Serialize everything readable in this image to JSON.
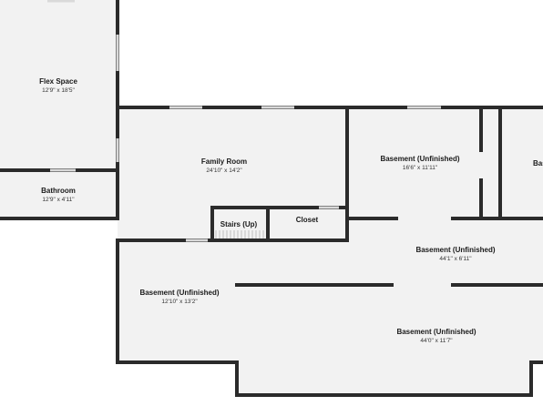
{
  "colors": {
    "floor": "#f2f2f2",
    "wall": "#2b2b2b",
    "window": "#d9d9d9",
    "background": "#ffffff"
  },
  "rooms": [
    {
      "id": "flex-space",
      "name": "Flex Space",
      "dims": "12'9\" x 18'5\""
    },
    {
      "id": "bathroom",
      "name": "Bathroom",
      "dims": "12'9\" x 4'11\""
    },
    {
      "id": "family-room",
      "name": "Family Room",
      "dims": "24'10\" x 14'2\""
    },
    {
      "id": "stairs",
      "name": "Stairs (Up)"
    },
    {
      "id": "closet",
      "name": "Closet"
    },
    {
      "id": "basement-unfinished-1",
      "name": "Basement (Unfinished)",
      "dims": "16'6\" x 11'11\""
    },
    {
      "id": "basement-partial",
      "name": "Bas"
    },
    {
      "id": "basement-unfinished-2",
      "name": "Basement (Unfinished)",
      "dims": "44'1\" x 6'11\""
    },
    {
      "id": "basement-unfinished-3",
      "name": "Basement (Unfinished)",
      "dims": "12'10\" x 13'2\""
    },
    {
      "id": "basement-unfinished-4",
      "name": "Basement (Unfinished)",
      "dims": "44'0\" x 11'7\""
    }
  ],
  "footnote": ""
}
